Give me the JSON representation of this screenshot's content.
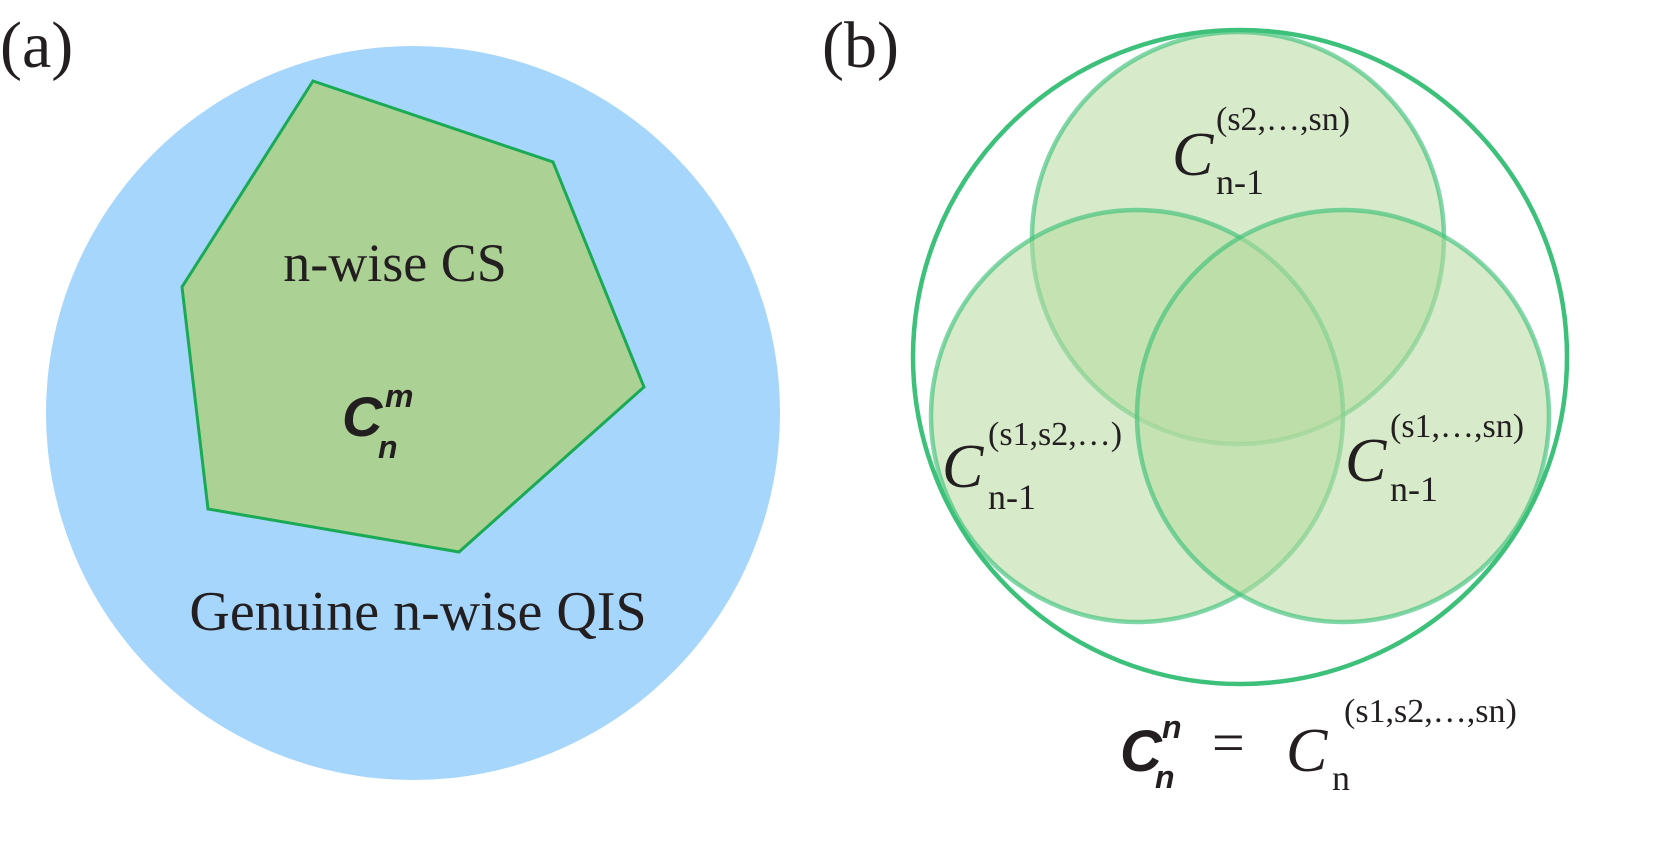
{
  "panel_a": {
    "label": "(a)",
    "inner_region_label": "n-wise CS",
    "inner_symbol": {
      "base": "C",
      "sup": "m",
      "sub": "n"
    },
    "outer_region_label": "Genuine n-wise QIS",
    "colors": {
      "outer": "#a6d6fc",
      "inner_fill": "#acd194",
      "inner_stroke": "#1aaa55"
    }
  },
  "panel_b": {
    "label": "(b)",
    "top_circle": {
      "base": "C",
      "sup": "(s2,…,sn)",
      "sub": "n-1"
    },
    "left_circle": {
      "base": "C",
      "sup": "(s1,s2,…)",
      "sub": "n-1"
    },
    "right_circle": {
      "base": "C",
      "sup": "(s1,…,sn)",
      "sub": "n-1"
    },
    "equation": {
      "lhs_base": "C",
      "lhs_sup": "n",
      "lhs_sub": "n",
      "equals": "=",
      "rhs_base": "C",
      "rhs_sup": "(s1,s2,…,sn)",
      "rhs_sub": "n"
    },
    "colors": {
      "circle_fill": "#b6dba0",
      "circle_stroke": "#3fc27a",
      "outer_stroke": "#3cc07a"
    }
  }
}
